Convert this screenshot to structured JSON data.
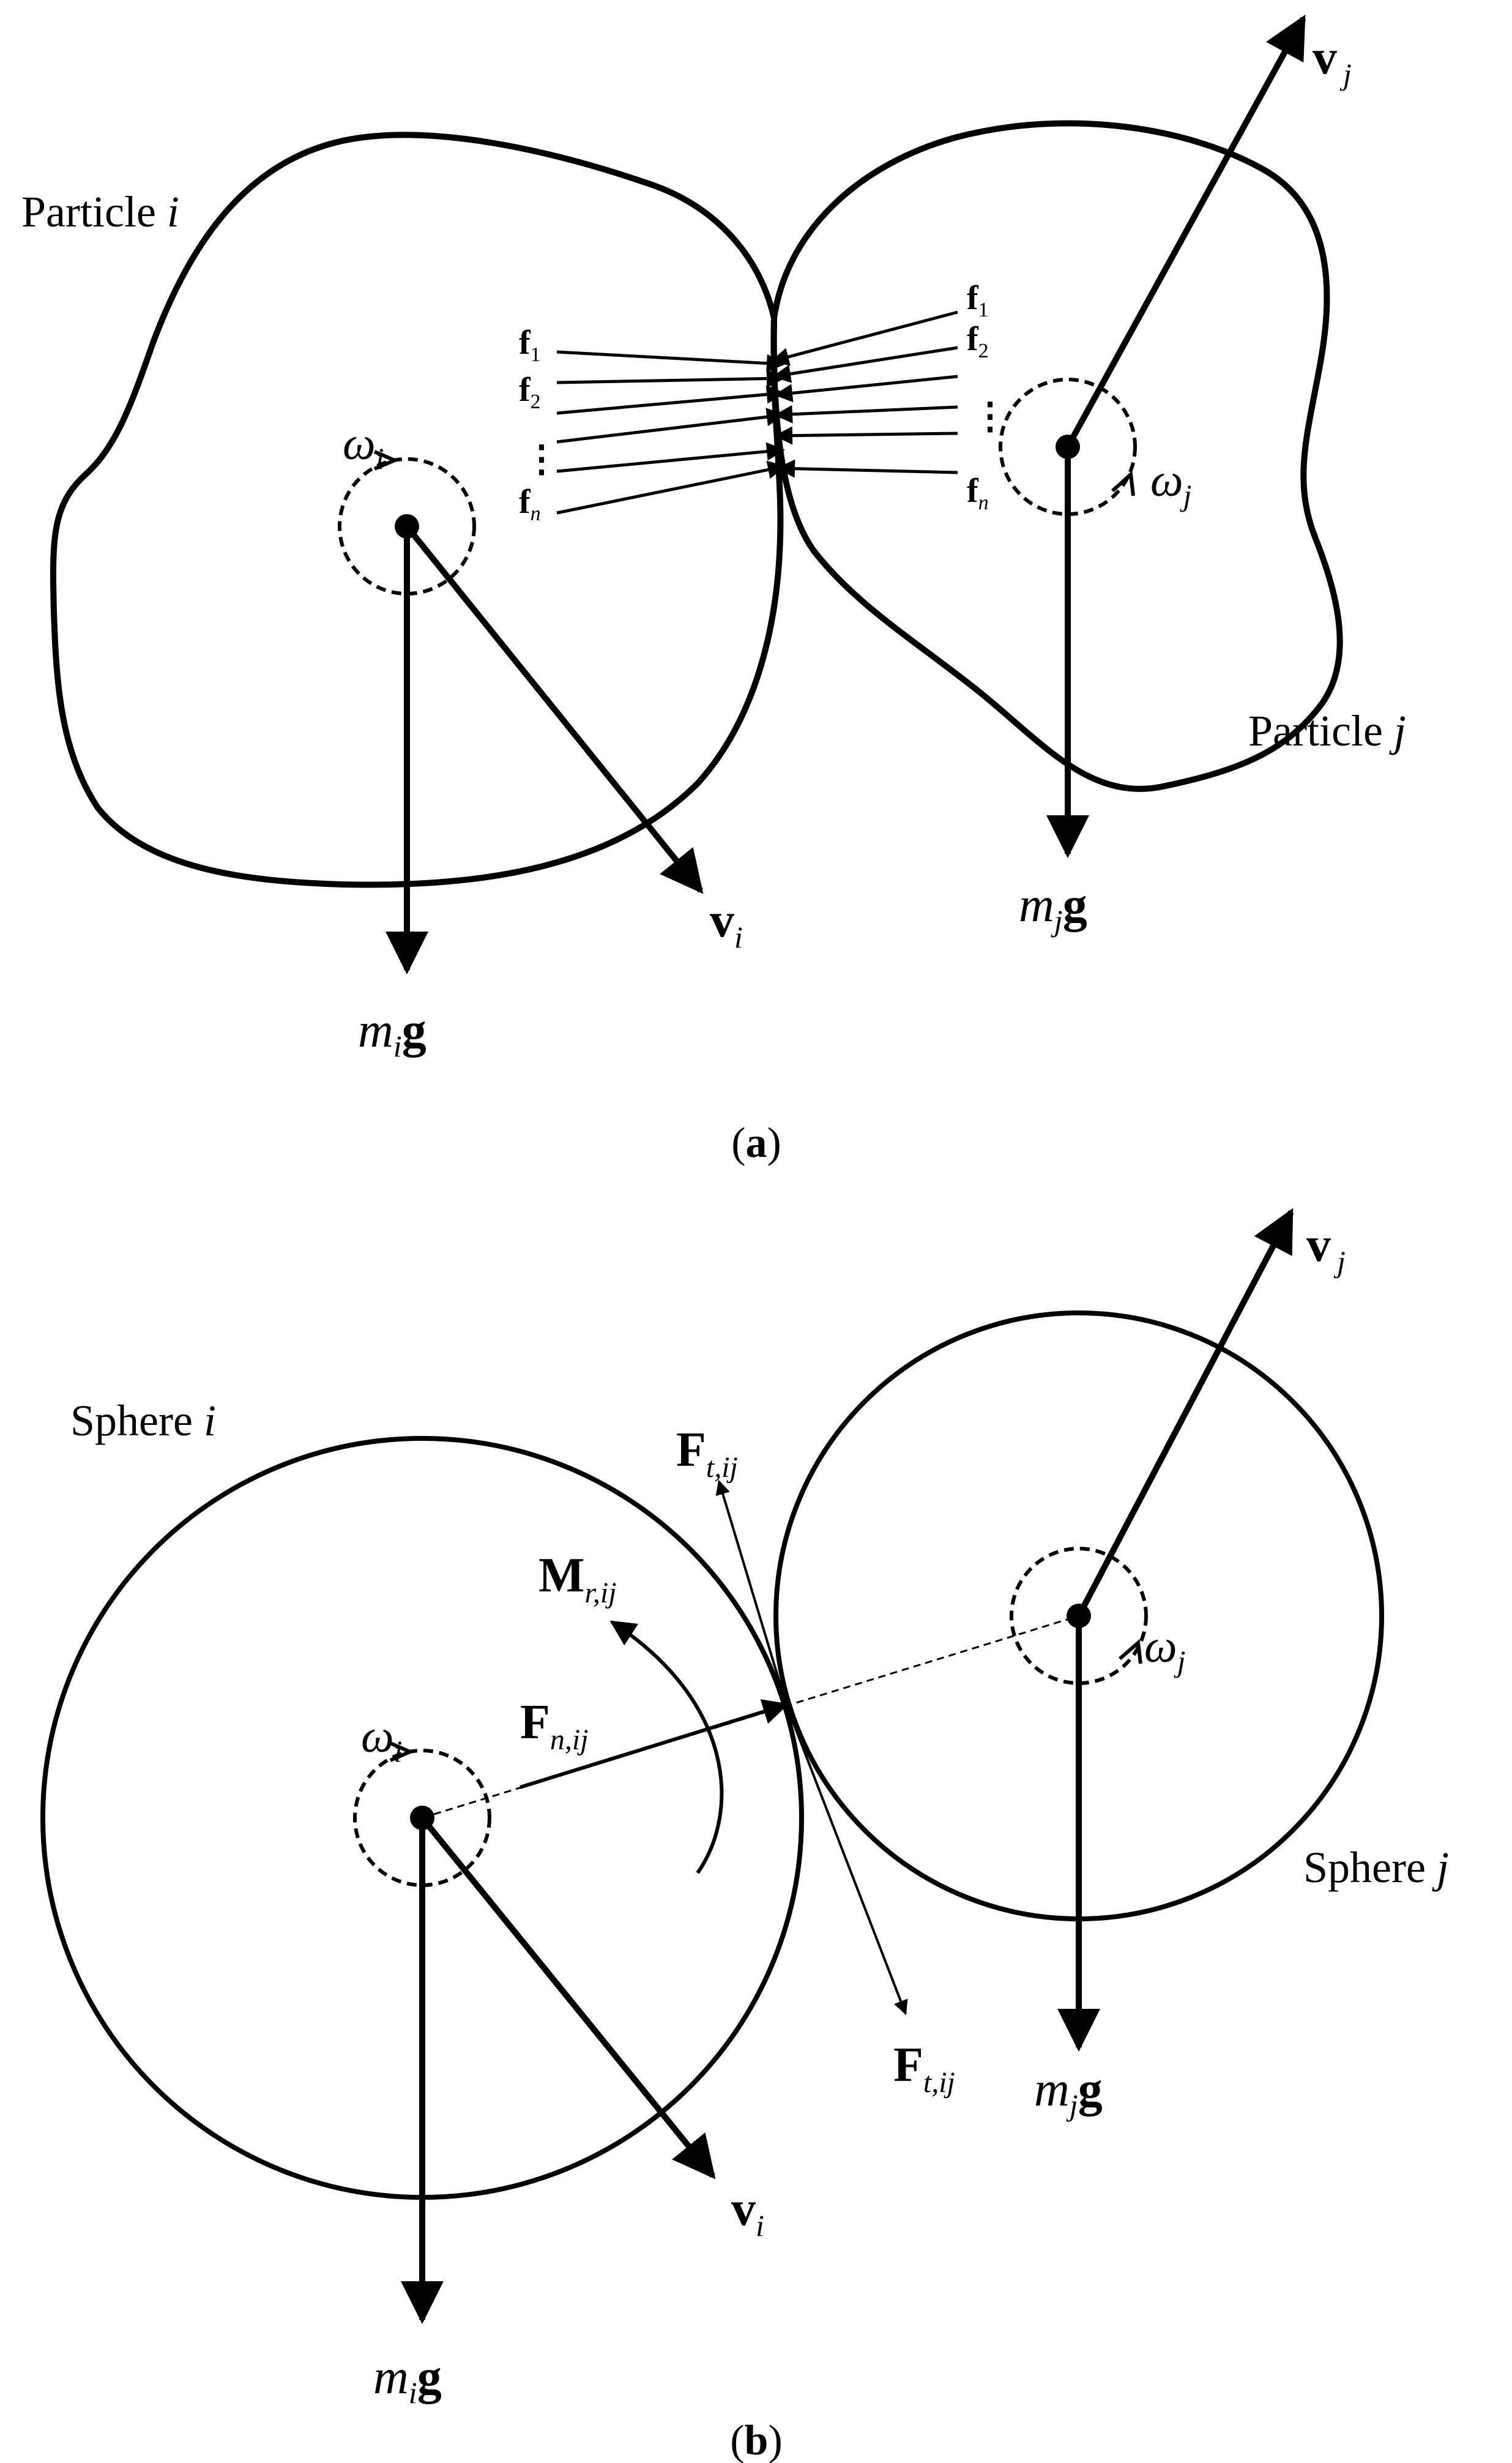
{
  "panel_a": {
    "label": {
      "open": "(",
      "letter": "a",
      "close": ")"
    },
    "particle_i": {
      "word": "Particle",
      "name": "i"
    },
    "particle_j": {
      "word": "Particle",
      "name": "j"
    },
    "omega_i": {
      "sym": "ω",
      "sub": "i"
    },
    "omega_j": {
      "sym": "ω",
      "sub": "j"
    },
    "v_i": {
      "sym": "v",
      "sub": "i"
    },
    "v_j": {
      "sym": "v",
      "sub": "j"
    },
    "weight_i": {
      "m": "m",
      "sub": "i",
      "g": "g"
    },
    "weight_j": {
      "m": "m",
      "sub": "j",
      "g": "g"
    },
    "left_forces": [
      {
        "sym": "f",
        "sub": "1"
      },
      {
        "sym": "f",
        "sub": "2"
      },
      {
        "sym": "f",
        "sub": "n"
      }
    ],
    "right_forces": [
      {
        "sym": "f",
        "sub": "1"
      },
      {
        "sym": "f",
        "sub": "2"
      },
      {
        "sym": "f",
        "sub": "n"
      }
    ],
    "dots": "⋮"
  },
  "panel_b": {
    "label": {
      "open": "(",
      "letter": "b",
      "close": ")"
    },
    "sphere_i": {
      "word": "Sphere",
      "name": "i"
    },
    "sphere_j": {
      "word": "Sphere",
      "name": "j"
    },
    "omega_i": {
      "sym": "ω",
      "sub": "i"
    },
    "omega_j": {
      "sym": "ω",
      "sub": "j"
    },
    "v_i": {
      "sym": "v",
      "sub": "i"
    },
    "v_j": {
      "sym": "v",
      "sub": "j"
    },
    "weight_i": {
      "m": "m",
      "sub": "i",
      "g": "g"
    },
    "weight_j": {
      "m": "m",
      "sub": "j",
      "g": "g"
    },
    "ft_top": {
      "sym": "F",
      "sub": "t,ij"
    },
    "ft_bottom": {
      "sym": "F",
      "sub": "t,ij"
    },
    "fn": {
      "sym": "F",
      "sub": "n,ij"
    },
    "mr": {
      "sym": "M",
      "sub": "r,ij"
    }
  }
}
